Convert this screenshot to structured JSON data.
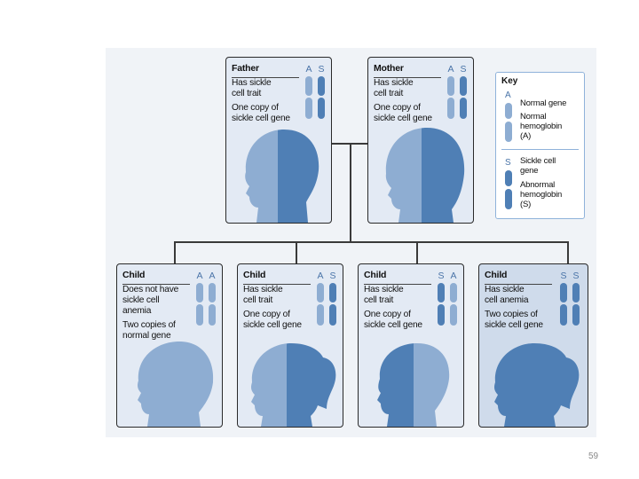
{
  "page_number": "59",
  "parents": [
    {
      "id": "father",
      "title": "Father",
      "alleles": [
        "A",
        "S"
      ],
      "line1": "Has sickle",
      "line2": "cell trait",
      "line3": "One copy of",
      "line4": "sickle cell gene"
    },
    {
      "id": "mother",
      "title": "Mother",
      "alleles": [
        "A",
        "S"
      ],
      "line1": "Has sickle",
      "line2": "cell trait",
      "line3": "One copy of",
      "line4": "sickle cell gene"
    }
  ],
  "children": [
    {
      "title": "Child",
      "alleles": [
        "A",
        "A"
      ],
      "line1": "Does not have",
      "line2": "sickle cell",
      "line3": "anemia",
      "line4": "Two copies of",
      "line5": "normal gene"
    },
    {
      "title": "Child",
      "alleles": [
        "A",
        "S"
      ],
      "line1": "Has sickle",
      "line2": "cell trait",
      "line3": "One copy of",
      "line4": "sickle cell gene"
    },
    {
      "title": "Child",
      "alleles": [
        "S",
        "A"
      ],
      "line1": "Has sickle",
      "line2": "cell trait",
      "line3": "One copy of",
      "line4": "sickle cell gene"
    },
    {
      "title": "Child",
      "alleles": [
        "S",
        "S"
      ],
      "line1": "Has sickle",
      "line2": "cell anemia",
      "line3": "Two copies of",
      "line4": "sickle cell gene"
    }
  ],
  "key": {
    "title": "Key",
    "normal_letter": "A",
    "normal_gene": "Normal gene",
    "normal_hb1": "Normal",
    "normal_hb2": "hemoglobin",
    "normal_hb3": "(A)",
    "sickle_letter": "S",
    "sickle_gene1": "Sickle cell",
    "sickle_gene2": "gene",
    "abnormal_hb1": "Abnormal",
    "abnormal_hb2": "hemoglobin",
    "abnormal_hb3": "(S)"
  },
  "colors": {
    "normal": "#8eadd2",
    "sickle": "#4f7fb5",
    "card": "#e3eaf4",
    "border": "#2a2a2a",
    "allele_text": "#4a74a8"
  }
}
